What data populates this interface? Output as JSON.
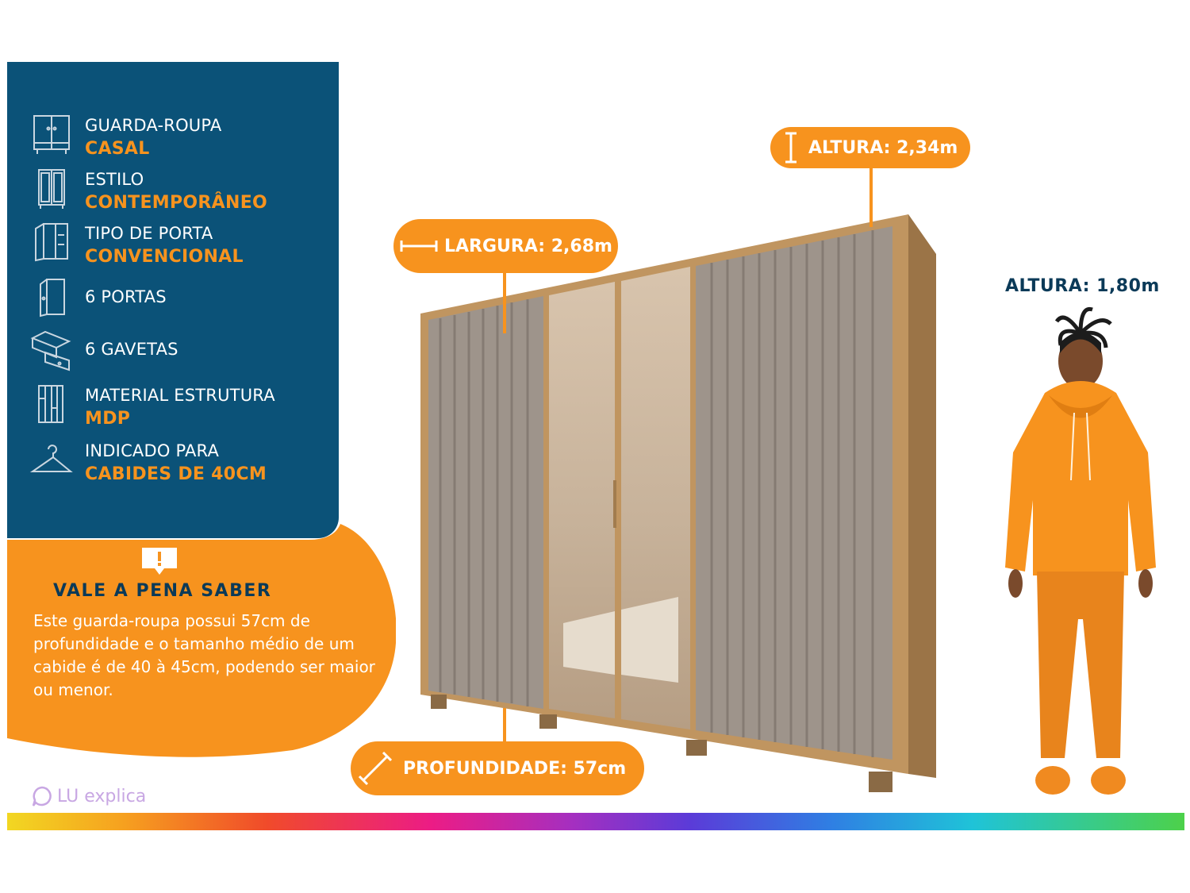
{
  "specs": [
    {
      "icon": "wardrobe-icon",
      "label": "GUARDA-ROUPA",
      "value": "CASAL"
    },
    {
      "icon": "wardrobe-style-icon",
      "label": "ESTILO",
      "value": "CONTEMPORÂNEO"
    },
    {
      "icon": "door-type-icon",
      "label": "TIPO DE PORTA",
      "value": "CONVENCIONAL"
    },
    {
      "icon": "door-icon",
      "label": "6  PORTAS",
      "value": ""
    },
    {
      "icon": "drawers-icon",
      "label": "6 GAVETAS",
      "value": ""
    },
    {
      "icon": "material-icon",
      "label": "MATERIAL ESTRUTURA",
      "value": "MDP"
    },
    {
      "icon": "hanger-icon",
      "label": "INDICADO PARA",
      "value": "CABIDES DE 40CM"
    }
  ],
  "info": {
    "title": "VALE A PENA SABER",
    "text": "Este guarda-roupa possui 57cm de profundidade e o tamanho médio de um cabide é de 40 à 45cm, podendo ser maior ou menor."
  },
  "dimensions": {
    "altura": "ALTURA: 2,34m",
    "largura": "LARGURA: 2,68m",
    "profundidade": "PROFUNDIDADE: 57cm"
  },
  "person": {
    "label": "ALTURA: 1,80m"
  },
  "brand": {
    "name": "LU explica"
  },
  "colors": {
    "navy": "#0b5278",
    "orange": "#f7931e",
    "wood": "#b88a52",
    "panel": "#9b9088"
  }
}
